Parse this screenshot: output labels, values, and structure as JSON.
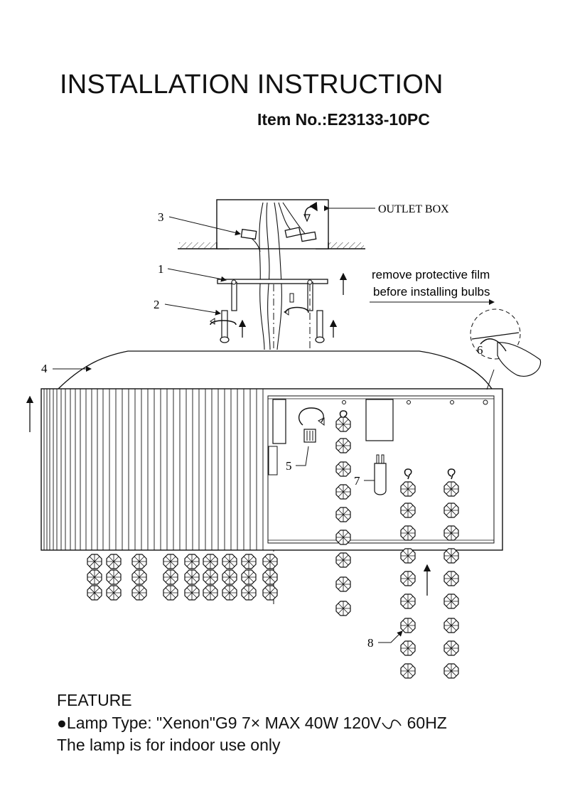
{
  "document": {
    "title": "INSTALLATION INSTRUCTION",
    "item_number": "Item No.:E23133-10PC"
  },
  "diagram": {
    "outlet_box_label": "OUTLET BOX",
    "note_line_1": "remove protective film",
    "note_line_2": "before installing bulbs",
    "callouts": [
      "3",
      "1",
      "2",
      "4",
      "5",
      "6",
      "7",
      "8"
    ]
  },
  "feature": {
    "heading": "FEATURE",
    "bullet": "●",
    "lamp_type": "Lamp Type: \"Xenon\"G9  7× MAX 40W  120V",
    "frequency": " 60HZ",
    "indoor_note": "The lamp is for indoor use only"
  }
}
